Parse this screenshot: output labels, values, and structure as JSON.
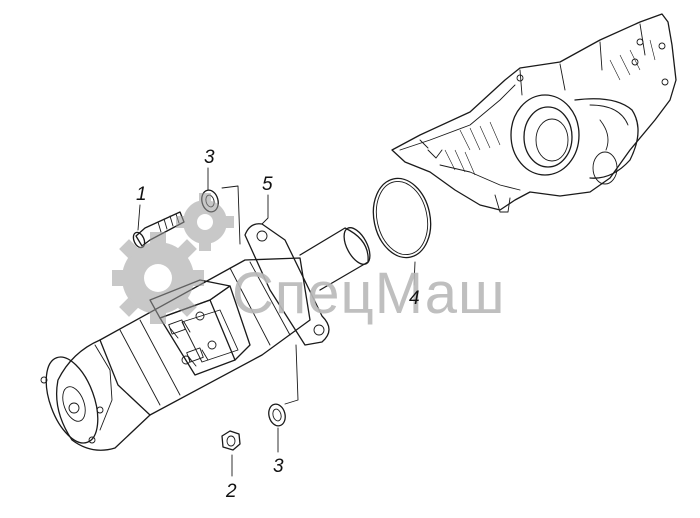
{
  "callouts": [
    {
      "id": "1",
      "label": "1"
    },
    {
      "id": "2",
      "label": "2"
    },
    {
      "id": "3a",
      "label": "3"
    },
    {
      "id": "3b",
      "label": "3"
    },
    {
      "id": "4",
      "label": "4"
    },
    {
      "id": "5",
      "label": "5"
    }
  ],
  "watermark": {
    "text": "СпецМаш"
  },
  "colors": {
    "ink": "#1a1a1a",
    "watermark": "#b9b9b9",
    "background": "#ffffff"
  }
}
